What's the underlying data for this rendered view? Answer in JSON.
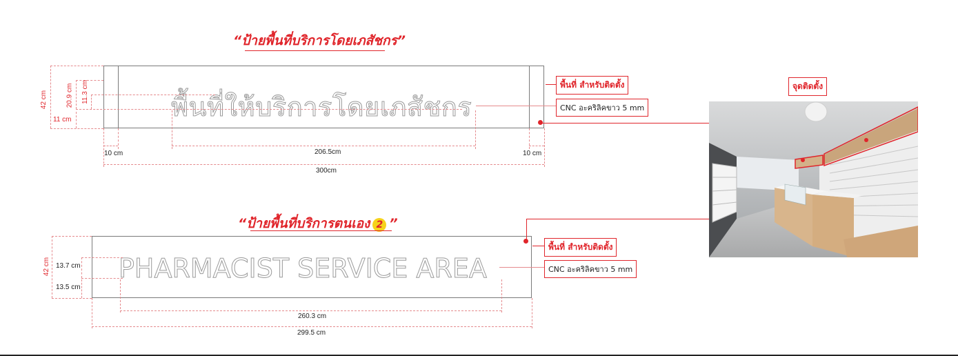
{
  "sign1": {
    "title_left_quote": "“",
    "title": "ป้ายพื้นที่บริการโดยเภสัชกร",
    "title_right_quote": "”",
    "sign_text": "พื้นที่ให้บริการโดยเภสัชกร",
    "dims": {
      "total_height": "42 cm",
      "text_height": "20.9 cm",
      "inner_height": "11.3 cm",
      "bottom_margin": "11 cm",
      "left_margin": "10 cm",
      "text_width": "206.5cm",
      "right_margin": "10 cm",
      "total_width": "300cm"
    },
    "callout_area": "พื้นที่ สำหรับติดตั้ง",
    "callout_material": "CNC อะคริลิคขาว 5 mm"
  },
  "sign2": {
    "title_left_quote": "“",
    "title": "ป้ายพื้นที่บริการตนเอง",
    "badge": "2",
    "title_right_quote": "”",
    "sign_text": "PHARMACIST SERVICE AREA",
    "dims": {
      "total_height": "42 cm",
      "text_height": "13.7 cm",
      "bottom_margin": "13.5 cm",
      "text_width": "260.3 cm",
      "total_width": "299.5 cm"
    },
    "callout_area": "พื้นที่ สำหรับติดตั้ง",
    "callout_material": "CNC อะคริลิคขาว 5 mm"
  },
  "install": {
    "label": "จุดติดตั้ง"
  },
  "colors": {
    "accent_red": "#e0252b",
    "panel_stroke": "#7a7a7a"
  }
}
